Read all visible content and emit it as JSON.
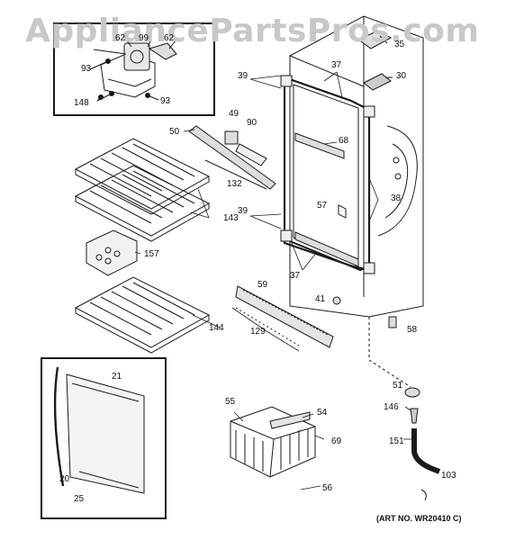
{
  "watermark": "AppliancePartsPros.com",
  "art_number": "(ART NO. WR20410 C)",
  "callouts": [
    {
      "id": "62a",
      "text": "62"
    },
    {
      "id": "99",
      "text": "99"
    },
    {
      "id": "62b",
      "text": "62"
    },
    {
      "id": "93a",
      "text": "93"
    },
    {
      "id": "148",
      "text": "148"
    },
    {
      "id": "93b",
      "text": "93"
    },
    {
      "id": "35",
      "text": "35"
    },
    {
      "id": "30",
      "text": "30"
    },
    {
      "id": "39a",
      "text": "39"
    },
    {
      "id": "37a",
      "text": "37"
    },
    {
      "id": "49",
      "text": "49"
    },
    {
      "id": "90",
      "text": "90"
    },
    {
      "id": "50",
      "text": "50"
    },
    {
      "id": "68",
      "text": "68"
    },
    {
      "id": "132",
      "text": "132"
    },
    {
      "id": "143",
      "text": "143"
    },
    {
      "id": "39b",
      "text": "39"
    },
    {
      "id": "57",
      "text": "57"
    },
    {
      "id": "38",
      "text": "38"
    },
    {
      "id": "157",
      "text": "157"
    },
    {
      "id": "37b",
      "text": "37"
    },
    {
      "id": "59",
      "text": "59"
    },
    {
      "id": "41",
      "text": "41"
    },
    {
      "id": "144",
      "text": "144"
    },
    {
      "id": "129",
      "text": "129"
    },
    {
      "id": "58",
      "text": "58"
    },
    {
      "id": "21",
      "text": "21"
    },
    {
      "id": "51",
      "text": "51"
    },
    {
      "id": "55",
      "text": "55"
    },
    {
      "id": "54",
      "text": "54"
    },
    {
      "id": "146",
      "text": "146"
    },
    {
      "id": "69",
      "text": "69"
    },
    {
      "id": "151",
      "text": "151"
    },
    {
      "id": "20",
      "text": "20"
    },
    {
      "id": "103",
      "text": "103"
    },
    {
      "id": "25",
      "text": "25"
    },
    {
      "id": "56",
      "text": "56"
    }
  ]
}
